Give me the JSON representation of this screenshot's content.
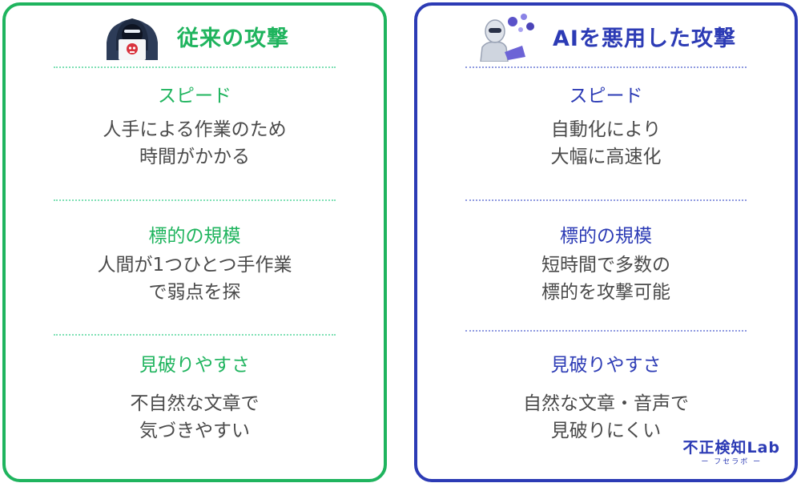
{
  "left": {
    "title": "従来の攻撃",
    "sections": [
      {
        "title": "スピード",
        "lines": [
          "人手による作業のため",
          "時間がかかる"
        ]
      },
      {
        "title": "標的の規模",
        "lines": [
          "人間が1つひとつ手作業",
          "で弱点を探"
        ]
      },
      {
        "title": "見破りやすさ",
        "lines": [
          "不自然な文章で",
          "気づきやすい"
        ]
      }
    ],
    "icon": "hacker-icon"
  },
  "right": {
    "title": "AIを悪用した攻撃",
    "sections": [
      {
        "title": "スピード",
        "lines": [
          "自動化により",
          "大幅に高速化"
        ]
      },
      {
        "title": "標的の規模",
        "lines": [
          "短時間で多数の",
          "標的を攻撃可能"
        ]
      },
      {
        "title": "見破りやすさ",
        "lines": [
          "自然な文章・音声で",
          "見破りにくい"
        ]
      }
    ],
    "icon": "ai-robot-icon"
  },
  "logo": {
    "main": "不正検知Lab",
    "sub": "ー フセラボ ー"
  },
  "colors": {
    "left_accent": "#1fb45e",
    "right_accent": "#2c3bb5",
    "text": "#4a4a4a"
  }
}
